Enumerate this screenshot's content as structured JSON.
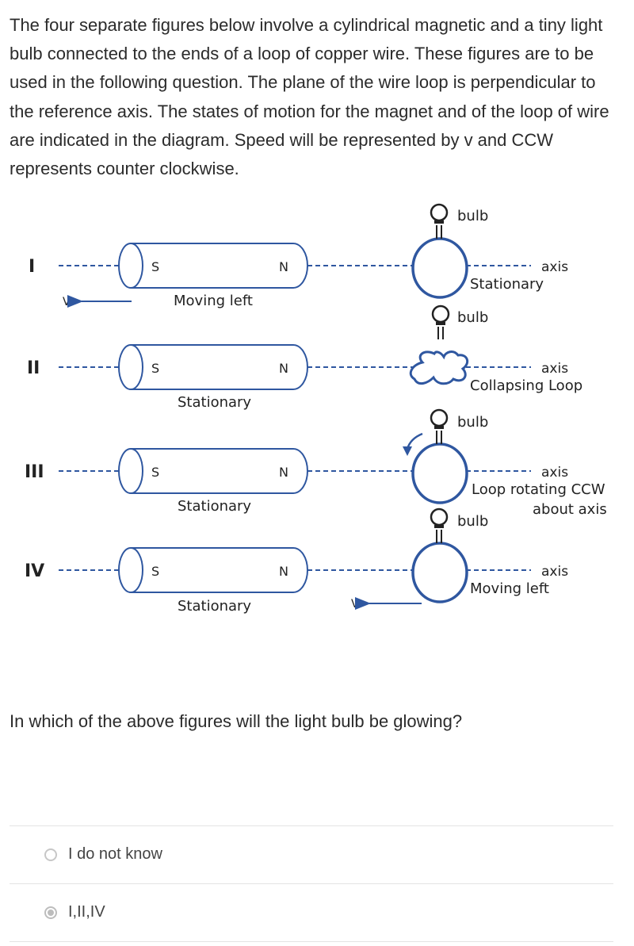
{
  "intro": "The four separate figures below involve a cylindrical magnetic and a tiny light bulb connected to the ends of a loop of copper wire. These figures are to be used in the following question. The plane of the wire loop is perpendicular to the reference axis. The states of motion for the magnet and of the loop of wire are indicated in the diagram. Speed will be represented by v and CCW represents counter clockwise.",
  "figures": [
    {
      "numeral": "I",
      "s": "S",
      "n": "N",
      "magnet_state": "Moving left",
      "velocity": "V",
      "bulb": "bulb",
      "axis": "axis",
      "loop_state": "Stationary"
    },
    {
      "numeral": "II",
      "s": "S",
      "n": "N",
      "magnet_state": "Stationary",
      "bulb": "bulb",
      "axis": "axis",
      "loop_state": "Collapsing Loop"
    },
    {
      "numeral": "III",
      "s": "S",
      "n": "N",
      "magnet_state": "Stationary",
      "bulb": "bulb",
      "axis": "axis",
      "loop_state_line1": "Loop rotating CCW",
      "loop_state_line2": "about axis"
    },
    {
      "numeral": "IV",
      "s": "S",
      "n": "N",
      "magnet_state": "Stationary",
      "velocity": "V",
      "bulb": "bulb",
      "axis": "axis",
      "loop_state": "Moving left"
    }
  ],
  "question": "In which of the above figures will the light bulb be glowing?",
  "options": [
    {
      "label": "I do not know",
      "selected": false
    },
    {
      "label": "I,II,IV",
      "selected": true
    }
  ],
  "colors": {
    "wire": "#2f57a0",
    "dash": "#2f57a0",
    "text": "#2b2b2b"
  }
}
